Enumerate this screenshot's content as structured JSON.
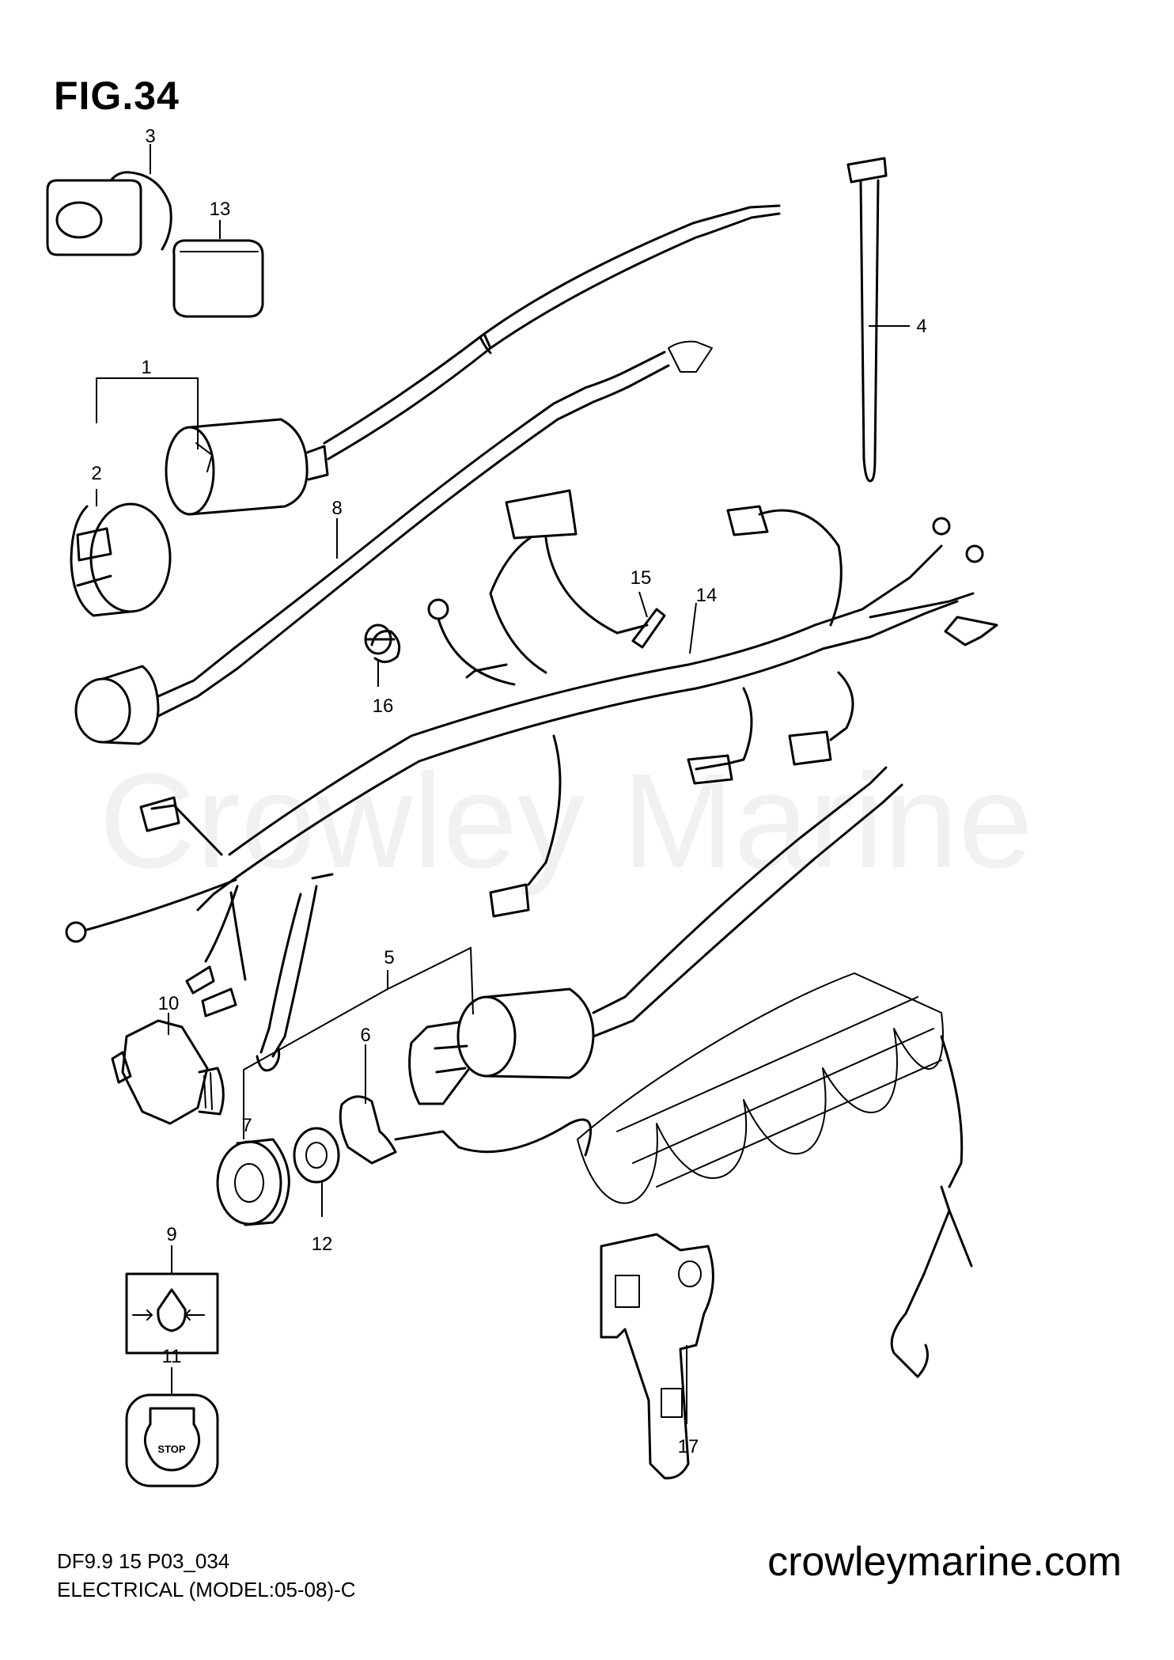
{
  "figure": {
    "title": "FIG.34",
    "watermark": "Crowley Marine",
    "footer_code": "DF9.9 15 P03_034",
    "footer_desc": "ELECTRICAL (MODEL:05-08)-C",
    "website": "crowleymarine.com"
  },
  "callouts": [
    "1",
    "2",
    "3",
    "4",
    "5",
    "6",
    "7",
    "8",
    "9",
    "10",
    "11",
    "12",
    "13",
    "14",
    "15",
    "16",
    "17"
  ],
  "labels": {
    "stop": "STOP"
  }
}
